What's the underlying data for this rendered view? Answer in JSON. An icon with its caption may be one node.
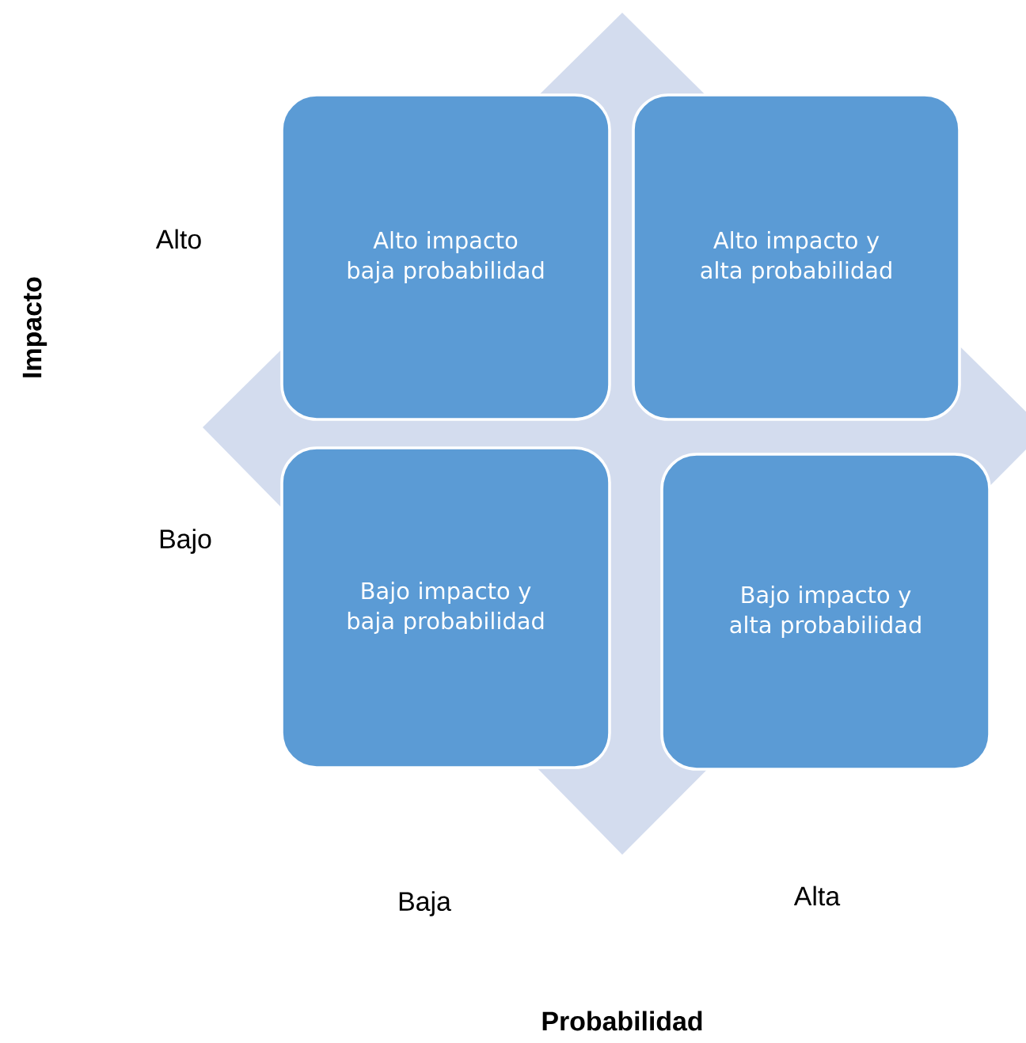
{
  "diagram": {
    "nodes": [
      {
        "text": [
          "Alto impacto baja probabilidad"
        ]
      },
      {
        "text": [
          "Alto impacto y alta probabilidad"
        ]
      },
      {
        "text": [
          "Bajo impacto y baja probabilidad"
        ]
      },
      {
        "text": [
          "Bajo impacto y alta probabilidad"
        ]
      }
    ],
    "labels": [
      "Alto",
      "Impacto",
      "Bajo",
      "Baja",
      "Alta",
      "Probabilidad"
    ]
  }
}
